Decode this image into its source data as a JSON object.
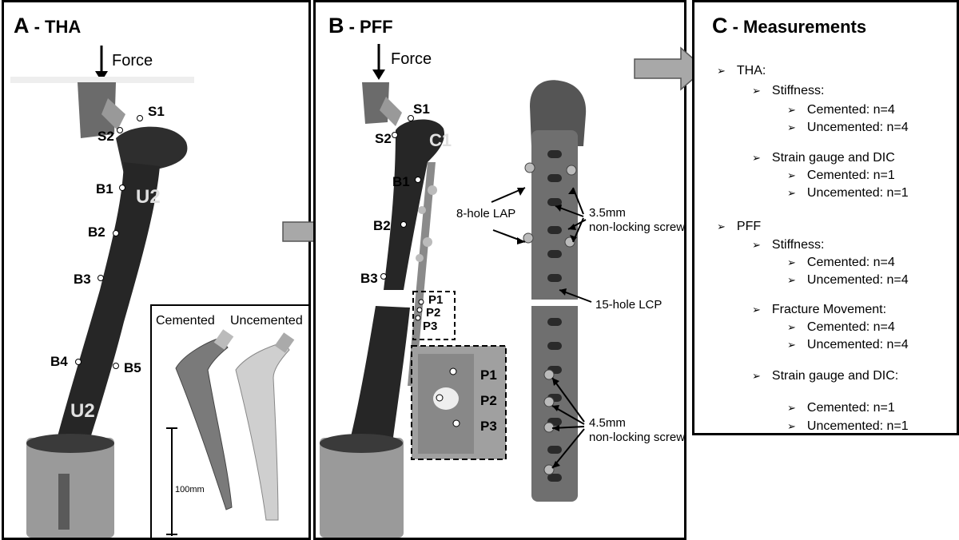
{
  "panel_a": {
    "letter": "A",
    "title": " - THA",
    "force_label": "Force",
    "labels": {
      "s1": "S1",
      "s2": "S2",
      "b1": "B1",
      "b2": "B2",
      "b3": "B3",
      "b4": "B4",
      "b5": "B5"
    },
    "bone_marks": {
      "upper": "U2",
      "lower": "U2"
    },
    "inset": {
      "cemented": "Cemented",
      "uncemented": "Uncemented",
      "scale": "100mm"
    }
  },
  "panel_b": {
    "letter": "B",
    "title": " - PFF",
    "force_label": "Force",
    "labels": {
      "s1": "S1",
      "s2": "S2",
      "b1": "B1",
      "b2": "B2",
      "b3": "B3",
      "p1": "P1",
      "p2": "P2",
      "p3": "P3"
    },
    "bone_mark": "C1",
    "inset_labels": {
      "p1": "P1",
      "p2": "P2",
      "p3": "P3"
    },
    "annotations": {
      "lap": "8-hole LAP",
      "screw35_line1": "3.5mm",
      "screw35_line2": "non-locking screw",
      "lcp": "15-hole LCP",
      "screw45_line1": "4.5mm",
      "screw45_line2": "non-locking screw"
    }
  },
  "panel_c": {
    "letter": "C",
    "title": " - Measurements",
    "items": [
      {
        "level": 0,
        "text": "THA:"
      },
      {
        "level": 1,
        "text": "Stiffness:"
      },
      {
        "level": 2,
        "text": "Cemented: n=4"
      },
      {
        "level": 2,
        "text": "Uncemented: n=4"
      },
      {
        "level": 1,
        "text": "Strain gauge and DIC"
      },
      {
        "level": 2,
        "text": "Cemented: n=1"
      },
      {
        "level": 2,
        "text": "Uncemented: n=1"
      },
      {
        "level": 0,
        "text": "PFF"
      },
      {
        "level": 1,
        "text": "Stiffness:"
      },
      {
        "level": 2,
        "text": "Cemented: n=4"
      },
      {
        "level": 2,
        "text": "Uncemented: n=4"
      },
      {
        "level": 1,
        "text": "Fracture Movement:"
      },
      {
        "level": 2,
        "text": "Cemented: n=4"
      },
      {
        "level": 2,
        "text": "Uncemented: n=4"
      },
      {
        "level": 1,
        "text": "Strain gauge and DIC:"
      },
      {
        "level": 2,
        "text": "Cemented: n=1"
      },
      {
        "level": 2,
        "text": "Uncemented: n=1"
      }
    ],
    "marker": "➢"
  },
  "colors": {
    "arrow_fill": "#a8a8a8",
    "bone": "#2b2b2b",
    "metal": "#9a9a9a",
    "background": "#ffffff"
  }
}
